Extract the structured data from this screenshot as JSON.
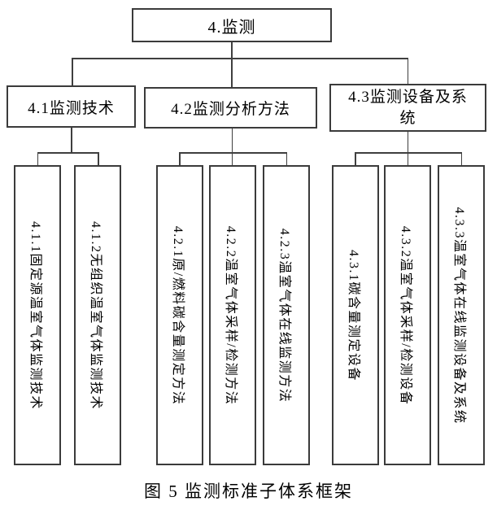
{
  "diagram": {
    "root": {
      "label": "4.监测"
    },
    "branches": [
      {
        "label": "4.1监测技术"
      },
      {
        "label": "4.2监测分析方法"
      },
      {
        "label": "4.3监测设备及系统"
      }
    ],
    "leaves": [
      {
        "label": "4.1.1固定源温室气体监测技术"
      },
      {
        "label": "4.1.2无组织温室气体监测技术"
      },
      {
        "label": "4.2.1原/燃料碳含量测定方法"
      },
      {
        "label": "4.2.2温室气体采样/检测方法"
      },
      {
        "label": "4.2.3温室气体在线监测方法"
      },
      {
        "label": "4.3.1碳含量测定设备"
      },
      {
        "label": "4.3.2温室气体采样/检测设备"
      },
      {
        "label": "4.3.3温室气体在线监测设备及系统"
      }
    ],
    "caption": "图 5 监测标准子体系框架"
  },
  "colors": {
    "box_border": "#3b3b3b",
    "connector_line": "#3f3f3f",
    "background": "#ffffff",
    "text": "#000000"
  }
}
